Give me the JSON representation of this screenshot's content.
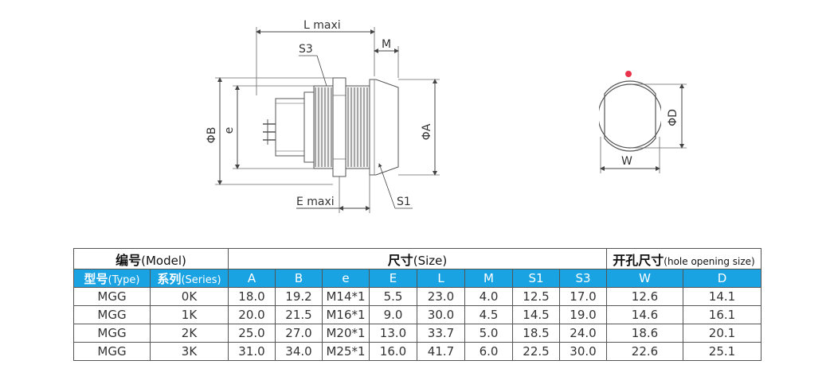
{
  "drawing": {
    "labels": {
      "l_maxi": "L maxi",
      "m": "M",
      "s3": "S3",
      "phi_b": "ΦB",
      "e": "e",
      "phi_a": "ΦA",
      "e_maxi": "E maxi",
      "s1": "S1",
      "phi_d": "ΦD",
      "w": "W"
    },
    "accent_dot_color": "#e8334a"
  },
  "table": {
    "group_headers": {
      "model_cn": "编号",
      "model_en": "(Model)",
      "size_cn": "尺寸",
      "size_en": "(Size)",
      "hole_cn": "开孔尺寸",
      "hole_en": "(hole opening size)"
    },
    "sub_headers": {
      "type_cn": "型号",
      "type_en": "(Type)",
      "series_cn": "系列",
      "series_en": "(Series)"
    },
    "columns": [
      "A",
      "B",
      "e",
      "E",
      "L",
      "M",
      "S1",
      "S3",
      "W",
      "D"
    ],
    "rows": [
      {
        "type": "MGG",
        "series": "0K",
        "values": [
          "18.0",
          "19.2",
          "M14*1",
          "5.5",
          "23.0",
          "4.0",
          "12.5",
          "17.0",
          "12.6",
          "14.1"
        ]
      },
      {
        "type": "MGG",
        "series": "1K",
        "values": [
          "20.0",
          "21.5",
          "M16*1",
          "9.0",
          "30.0",
          "4.5",
          "14.5",
          "19.0",
          "14.6",
          "16.1"
        ]
      },
      {
        "type": "MGG",
        "series": "2K",
        "values": [
          "25.0",
          "27.0",
          "M20*1",
          "13.0",
          "33.7",
          "5.0",
          "18.5",
          "24.0",
          "18.6",
          "20.1"
        ]
      },
      {
        "type": "MGG",
        "series": "3K",
        "values": [
          "31.0",
          "34.0",
          "M25*1",
          "16.0",
          "41.7",
          "6.0",
          "22.5",
          "30.0",
          "22.6",
          "25.1"
        ]
      }
    ],
    "header_color": "#1aa3e3"
  }
}
